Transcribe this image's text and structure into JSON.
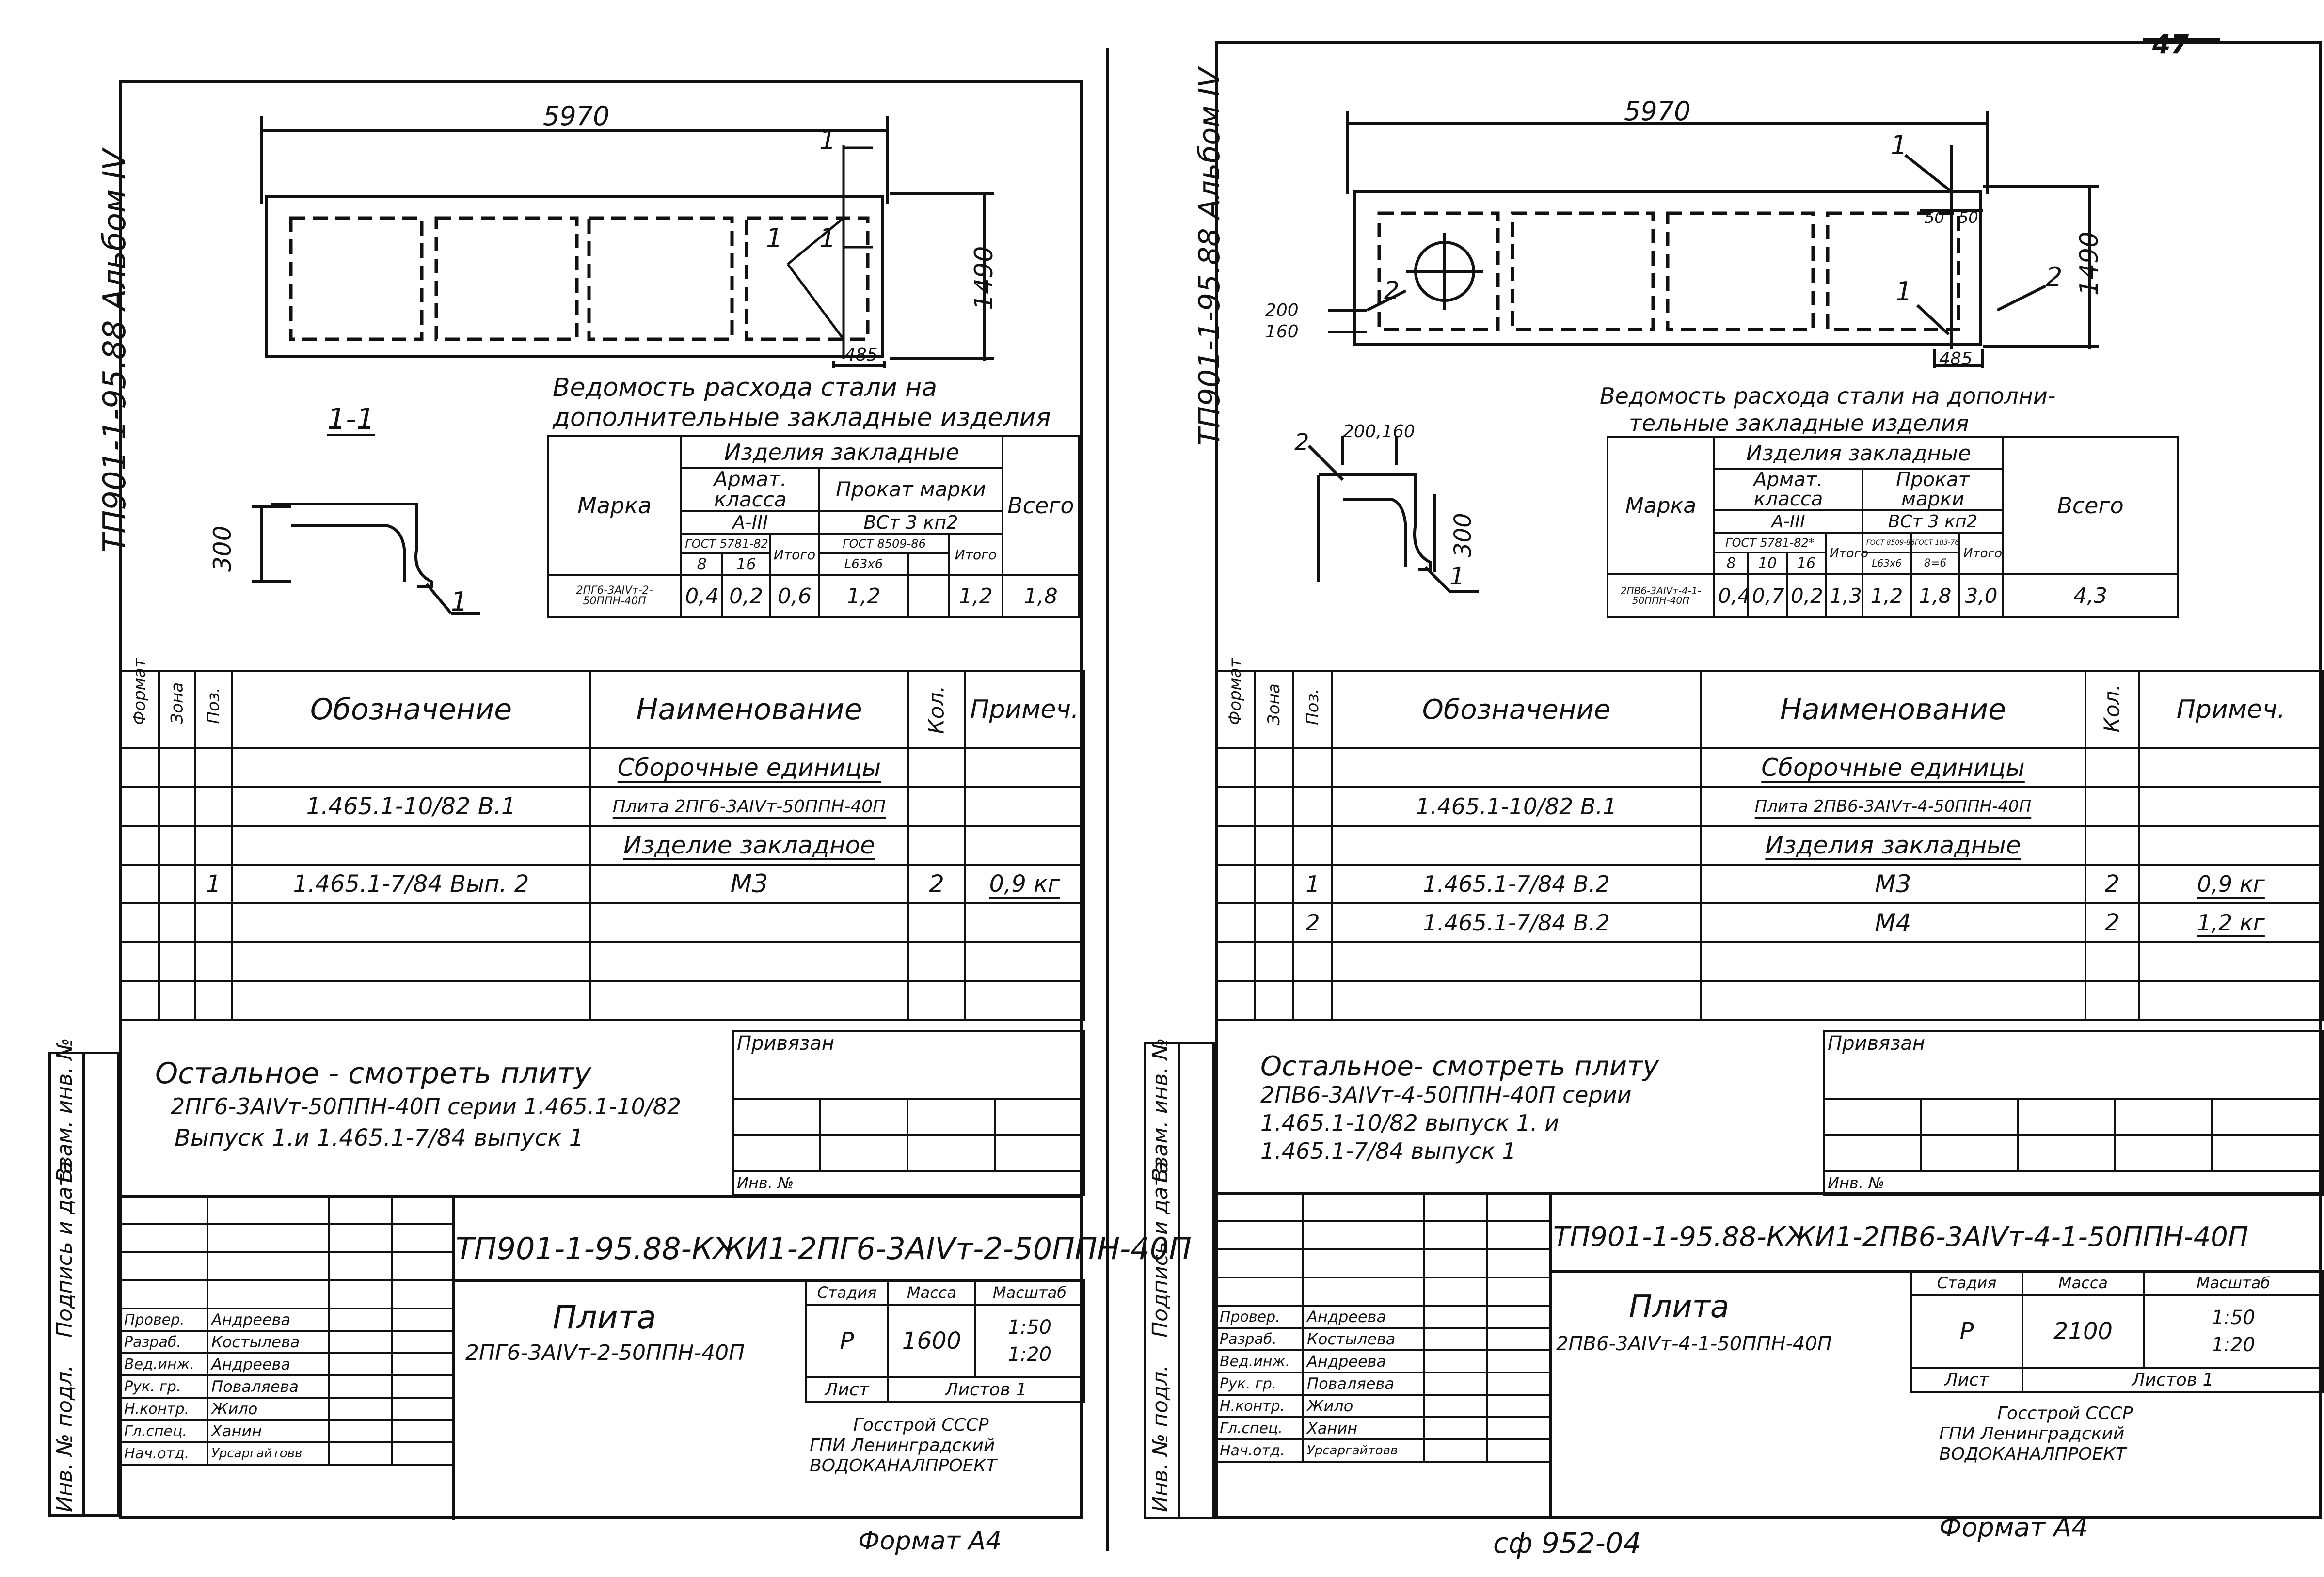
{
  "corner_number": "47",
  "bottom_code": "сф 952-04",
  "sheets": [
    {
      "album": "ТП901-1-95.88 Альбом IV",
      "drawing": {
        "length": "5970",
        "width": "1490",
        "offset": "485",
        "marker_1": "1",
        "section_title": "1-1",
        "section_height": "300",
        "section_marker": "1"
      },
      "steel": {
        "title_l1": "Ведомость расхода стали на",
        "title_l2": "дополнительные закладные изделия",
        "h_izdelia": "Изделия закладные",
        "h_armat": "Армат. класса",
        "h_armat_cls": "А-III",
        "h_prokat": "Прокат марки",
        "h_prokat_cls": "ВСт 3 кп2",
        "h_marka": "Марка",
        "h_vsego": "Всего",
        "h_gost1": "ГОСТ 5781-82",
        "h_gost2": "ГОСТ 8509-86",
        "d1": "8",
        "d2": "16",
        "itogo1": "Итого",
        "prof": "L63x6",
        "itogo2": "Итого",
        "row_mark": "2ПГ6-3АIVт-2-50ППН-40П",
        "v": [
          "0,4",
          "0,2",
          "0,6",
          "1,2",
          "1,2",
          "1,8"
        ]
      },
      "spec": {
        "headers": [
          "Формат",
          "Зона",
          "Поз.",
          "Обозначение",
          "Наименование",
          "Кол.",
          "Примеч."
        ],
        "section1": "Сборочные единицы",
        "row1_des": "1.465.1-10/82 В.1",
        "row1_name": "Плита 2ПГ6-3АIVт-50ППН-40П",
        "section2": "Изделие закладное",
        "row2_pos": "1",
        "row2_des": "1.465.1-7/84 Вып. 2",
        "row2_name": "М3",
        "row2_qty": "2",
        "row2_note": "0,9 кг"
      },
      "note": [
        "Остальное - смотреть плиту",
        "2ПГ6-3АIVт-50ППН-40П серии 1.465.1-10/82",
        "Выпуск 1.и 1.465.1-7/84 выпуск 1"
      ],
      "privyazan": "Привязан",
      "inv": "Инв. №",
      "side_labels": [
        "Инв. № подл.",
        "Подпись и дата",
        "Взам. инв. №"
      ],
      "code": "ТП901-1-95.88-КЖИ1-2ПГ6-3АIVт-2-50ППН-40П",
      "title_big": "Плита",
      "title_small": "2ПГ6-3АIVт-2-50ППН-40П",
      "stadia_h": "Стадия",
      "massa_h": "Масса",
      "masshtab_h": "Масштаб",
      "stadia": "Р",
      "massa": "1600",
      "masshtab": [
        "1:50",
        "1:20"
      ],
      "list_h": "Лист",
      "listov_h": "Листов 1",
      "org": [
        "Госстрой СССР",
        "ГПИ Ленинградский",
        "ВОДОКАНАЛПРОЕКТ"
      ],
      "people": [
        [
          "Провер.",
          "Андреева"
        ],
        [
          "Разраб.",
          "Костылева"
        ],
        [
          "Вед.инж.",
          "Андреева"
        ],
        [
          "Рук. гр.",
          "Поваляева"
        ],
        [
          "Н.контр.",
          "Жило"
        ],
        [
          "Гл.спец.",
          "Ханин"
        ],
        [
          "Нач.отд.",
          "Урсаргайтовв"
        ]
      ],
      "format": "Формат А4"
    },
    {
      "album": "ТП901-1-95.88 Альбом IV",
      "drawing": {
        "length": "5970",
        "width": "1490",
        "offset": "485",
        "d50a": "50",
        "d50b": "50",
        "d200": "200",
        "d160": "160",
        "marker_1": "1",
        "marker_2": "2",
        "section_dims": "200,160",
        "section_height": "300",
        "section_marker": "1"
      },
      "steel": {
        "title_l1": "Ведомость расхода стали на дополни-",
        "title_l2": "тельные закладные изделия",
        "h_izdelia": "Изделия закладные",
        "h_armat": "Армат. класса",
        "h_armat_cls": "А-III",
        "h_prokat": "Прокат марки",
        "h_prokat_cls": "ВСт 3 кп2",
        "h_marka": "Марка",
        "h_vsego": "Всего",
        "h_gost1": "ГОСТ 5781-82*",
        "h_gost2": "ГОСТ 8509-86",
        "h_gost3": "ГОСТ 103-76",
        "d1": "8",
        "d2": "10",
        "d3": "16",
        "itogo1": "Итого",
        "prof1": "L63x6",
        "prof2": "8=6",
        "itogo2": "Итого",
        "row_mark": "2ПВ6-3АIVт-4-1-50ППН-40П",
        "v": [
          "0,4",
          "0,7",
          "0,2",
          "1,3",
          "1,2",
          "1,8",
          "3,0",
          "4,3"
        ]
      },
      "spec": {
        "headers": [
          "Формат",
          "Зона",
          "Поз.",
          "Обозначение",
          "Наименование",
          "Кол.",
          "Примеч."
        ],
        "section1": "Сборочные единицы",
        "row1_des": "1.465.1-10/82 В.1",
        "row1_name": "Плита 2ПВ6-3АIVт-4-50ППН-40П",
        "section2": "Изделия закладные",
        "row2_pos": "1",
        "row2_des": "1.465.1-7/84 В.2",
        "row2_name": "М3",
        "row2_qty": "2",
        "row2_note": "0,9 кг",
        "row3_pos": "2",
        "row3_des": "1.465.1-7/84 В.2",
        "row3_name": "М4",
        "row3_qty": "2",
        "row3_note": "1,2 кг"
      },
      "note": [
        "Остальное- смотреть плиту",
        "2ПВ6-3АIVт-4-50ППН-40П серии",
        "1.465.1-10/82 выпуск 1. и",
        "1.465.1-7/84 выпуск 1"
      ],
      "privyazan": "Привязан",
      "inv": "Инв. №",
      "side_labels": [
        "Инв. № подл.",
        "Подпись и дата",
        "Взам. инв. №"
      ],
      "code": "ТП901-1-95.88-КЖИ1-2ПВ6-3АIVт-4-1-50ППН-40П",
      "title_big": "Плита",
      "title_small": "2ПВ6-3АIVт-4-1-50ППН-40П",
      "stadia_h": "Стадия",
      "massa_h": "Масса",
      "masshtab_h": "Масштаб",
      "stadia": "Р",
      "massa": "2100",
      "masshtab": [
        "1:50",
        "1:20"
      ],
      "list_h": "Лист",
      "listov_h": "Листов 1",
      "org": [
        "Госстрой СССР",
        "ГПИ Ленинградский",
        "ВОДОКАНАЛПРОЕКТ"
      ],
      "people": [
        [
          "Провер.",
          "Андреева"
        ],
        [
          "Разраб.",
          "Костылева"
        ],
        [
          "Вед.инж.",
          "Андреева"
        ],
        [
          "Рук. гр.",
          "Поваляева"
        ],
        [
          "Н.контр.",
          "Жило"
        ],
        [
          "Гл.спец.",
          "Ханин"
        ],
        [
          "Нач.отд.",
          "Урсаргайтовв"
        ]
      ],
      "format": "Формат А4"
    }
  ]
}
